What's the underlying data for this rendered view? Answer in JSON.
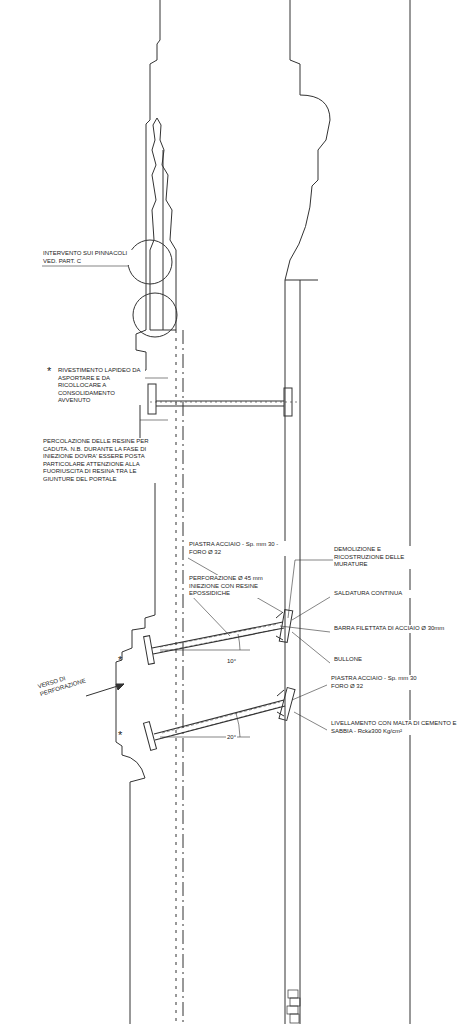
{
  "diagram": {
    "labels": [
      "INTERVENTO SUI PINNACOLI VED. PART. C",
      "*",
      "RIVESTIMENTO LAPIDEO DA ASPORTARE E DA RICOLLOCARE A CONSOLIDAMENTO AVVENUTO",
      "PERCOLAZIONE DELLE RESINE PER CADUTA. N.B. DURANTE LA FASE DI INIEZIONE DOVRA' ESSERE POSTA PARTICOLARE ATTENZIONE ALLA FUORIUSCITA DI RESINA TRA LE GIUNTURE DEL PORTALE",
      "PIASTRA ACCIAIO - Sp. mm 30 - FORO Ø 32",
      "PERFORAZIONE Ø 45 mm INIEZIONE CON RESINE EPOSSIDICHE",
      "DEMOLIZIONE E RICOSTRUZIONE DELLE MURATURE",
      "SALDATURA CONTINUA",
      "BARRA FILETTATA DI ACCIAIO Ø 30mm",
      "BULLONE",
      "PIASTRA ACCIAIO - Sp. mm 30 FORO Ø 32",
      "LIVELLAMENTO CON MALTA DI CEMENTO E SABBIA - Rck≥300 Kg/cm²",
      "VERSO DI PERFORAZIONE",
      "*",
      "*",
      "10°",
      "20°"
    ]
  }
}
